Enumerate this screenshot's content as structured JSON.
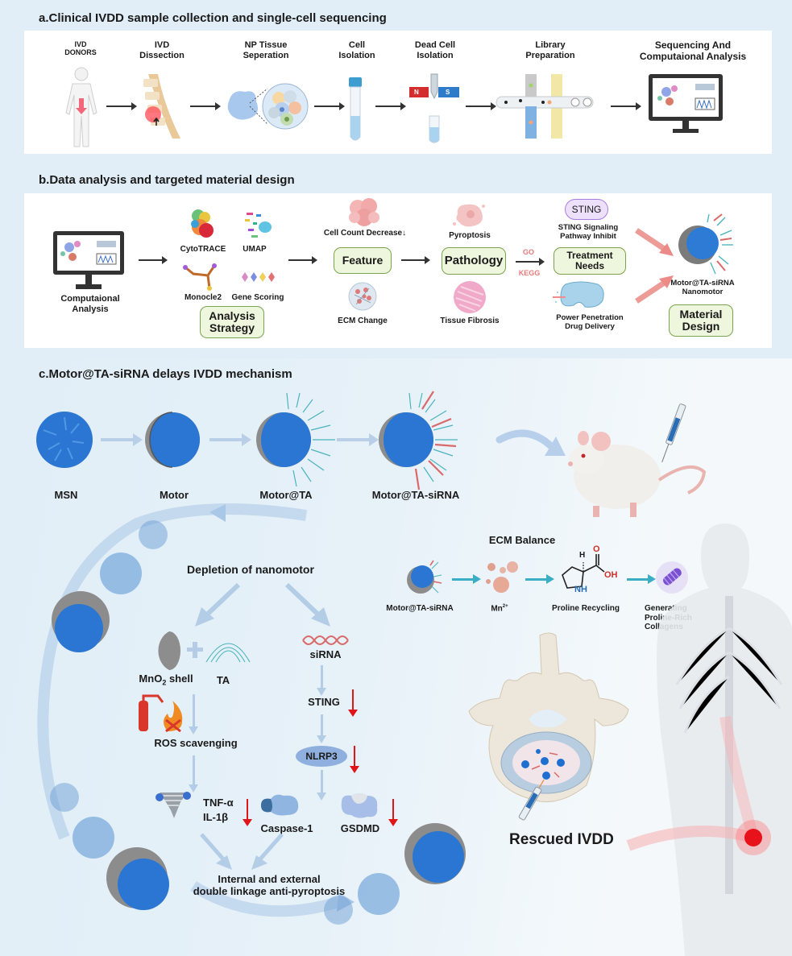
{
  "section_a": {
    "title": "a.Clinical IVDD sample collection and single-cell sequencing",
    "steps": [
      {
        "line1": "IVD",
        "line2": "DONORS"
      },
      {
        "line1": "IVD",
        "line2": "Dissection"
      },
      {
        "line1": "NP Tissue",
        "line2": "Seperation"
      },
      {
        "line1": "Cell",
        "line2": "Isolation"
      },
      {
        "line1": "Dead Cell",
        "line2": "Isolation"
      },
      {
        "line1": "Library",
        "line2": "Preparation"
      },
      {
        "line1": "Sequencing And",
        "line2": "Computaional Analysis"
      }
    ],
    "magnet_labels": {
      "north": "N",
      "south": "S"
    }
  },
  "section_b": {
    "title": "b.Data analysis and targeted material design",
    "computational": {
      "line1": "Computaional",
      "line2": "Analysis"
    },
    "methods": [
      "CytoTRACE",
      "UMAP",
      "Monocle2",
      "Gene Scoring"
    ],
    "analysis_box": {
      "line1": "Analysis",
      "line2": "Strategy"
    },
    "feature_top": "Cell Count Decrease↓",
    "feature_box": "Feature",
    "feature_bottom": "ECM Change",
    "pathology_top": "Pyroptosis",
    "pathology_box": "Pathology",
    "pathology_bottom": "Tissue Fibrosis",
    "go_label": "GO",
    "kegg_label": "KEGG",
    "sting_pill": "STING",
    "sting_text": {
      "line1": "STING Signaling",
      "line2": "Pathway Inhibit"
    },
    "treatment_box": {
      "line1": "Treatment",
      "line2": "Needs"
    },
    "delivery_text": {
      "line1": "Power Penetration",
      "line2": "Drug Delivery"
    },
    "nanomotor_text": {
      "line1": "Motor@TA-siRNA",
      "line2": "Nanomotor"
    },
    "material_box": {
      "line1": "Material",
      "line2": "Design"
    }
  },
  "section_c": {
    "title": "c.Motor@TA-siRNA delays IVDD mechanism",
    "stages": [
      "MSN",
      "Motor",
      "Motor@TA",
      "Motor@TA-siRNA"
    ],
    "depletion": "Depletion of nanomotor",
    "mno2": {
      "base": "MnO",
      "sub": "2",
      "suffix": " shell"
    },
    "ta": "TA",
    "ros": "ROS scavenging",
    "sirna": "siRNA",
    "sting": "STING",
    "nlrp3": "NLRP3",
    "tnf": "TNF-α",
    "il1b": "IL-1β",
    "caspase": "Caspase-1",
    "gsdmd": "GSDMD",
    "outcome": {
      "line1": "Internal and external",
      "line2": "double linkage anti-pyroptosis"
    },
    "ecm": {
      "title": "ECM Balance",
      "motor": "Motor@TA-siRNA",
      "mn": {
        "base": "Mn",
        "sup": "2+"
      },
      "proline": "Proline Recycling",
      "proline_atoms": {
        "h": "H",
        "o": "O",
        "oh": "OH",
        "nh": "NH"
      },
      "collagen": {
        "line1": "Generating",
        "line2": "Proline-Rich",
        "line3": "Collagens"
      }
    },
    "rescued": "Rescued IVDD"
  },
  "colors": {
    "section_bg": "#e1eef7",
    "box_fill": "#eef6dd",
    "box_border": "#7aa34f",
    "down_arrow": "#e0151a",
    "sting_pill": "#e6d5f7",
    "nlrp3": "#8fb0de",
    "go_kegg": "#e87a7a"
  }
}
